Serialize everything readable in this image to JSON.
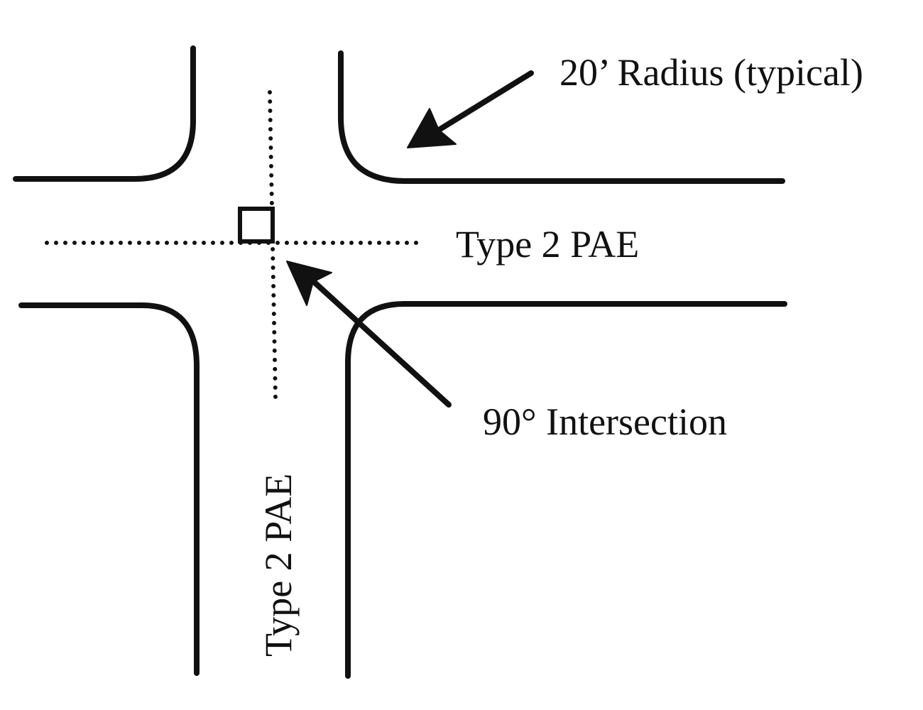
{
  "labels": {
    "radius": "20’ Radius (typical)",
    "horizontal_pae": "Type 2 PAE",
    "vertical_pae": "Type 2 PAE",
    "intersection": "90° Intersection"
  },
  "colors": {
    "ink": "#111111",
    "background": "#ffffff"
  }
}
